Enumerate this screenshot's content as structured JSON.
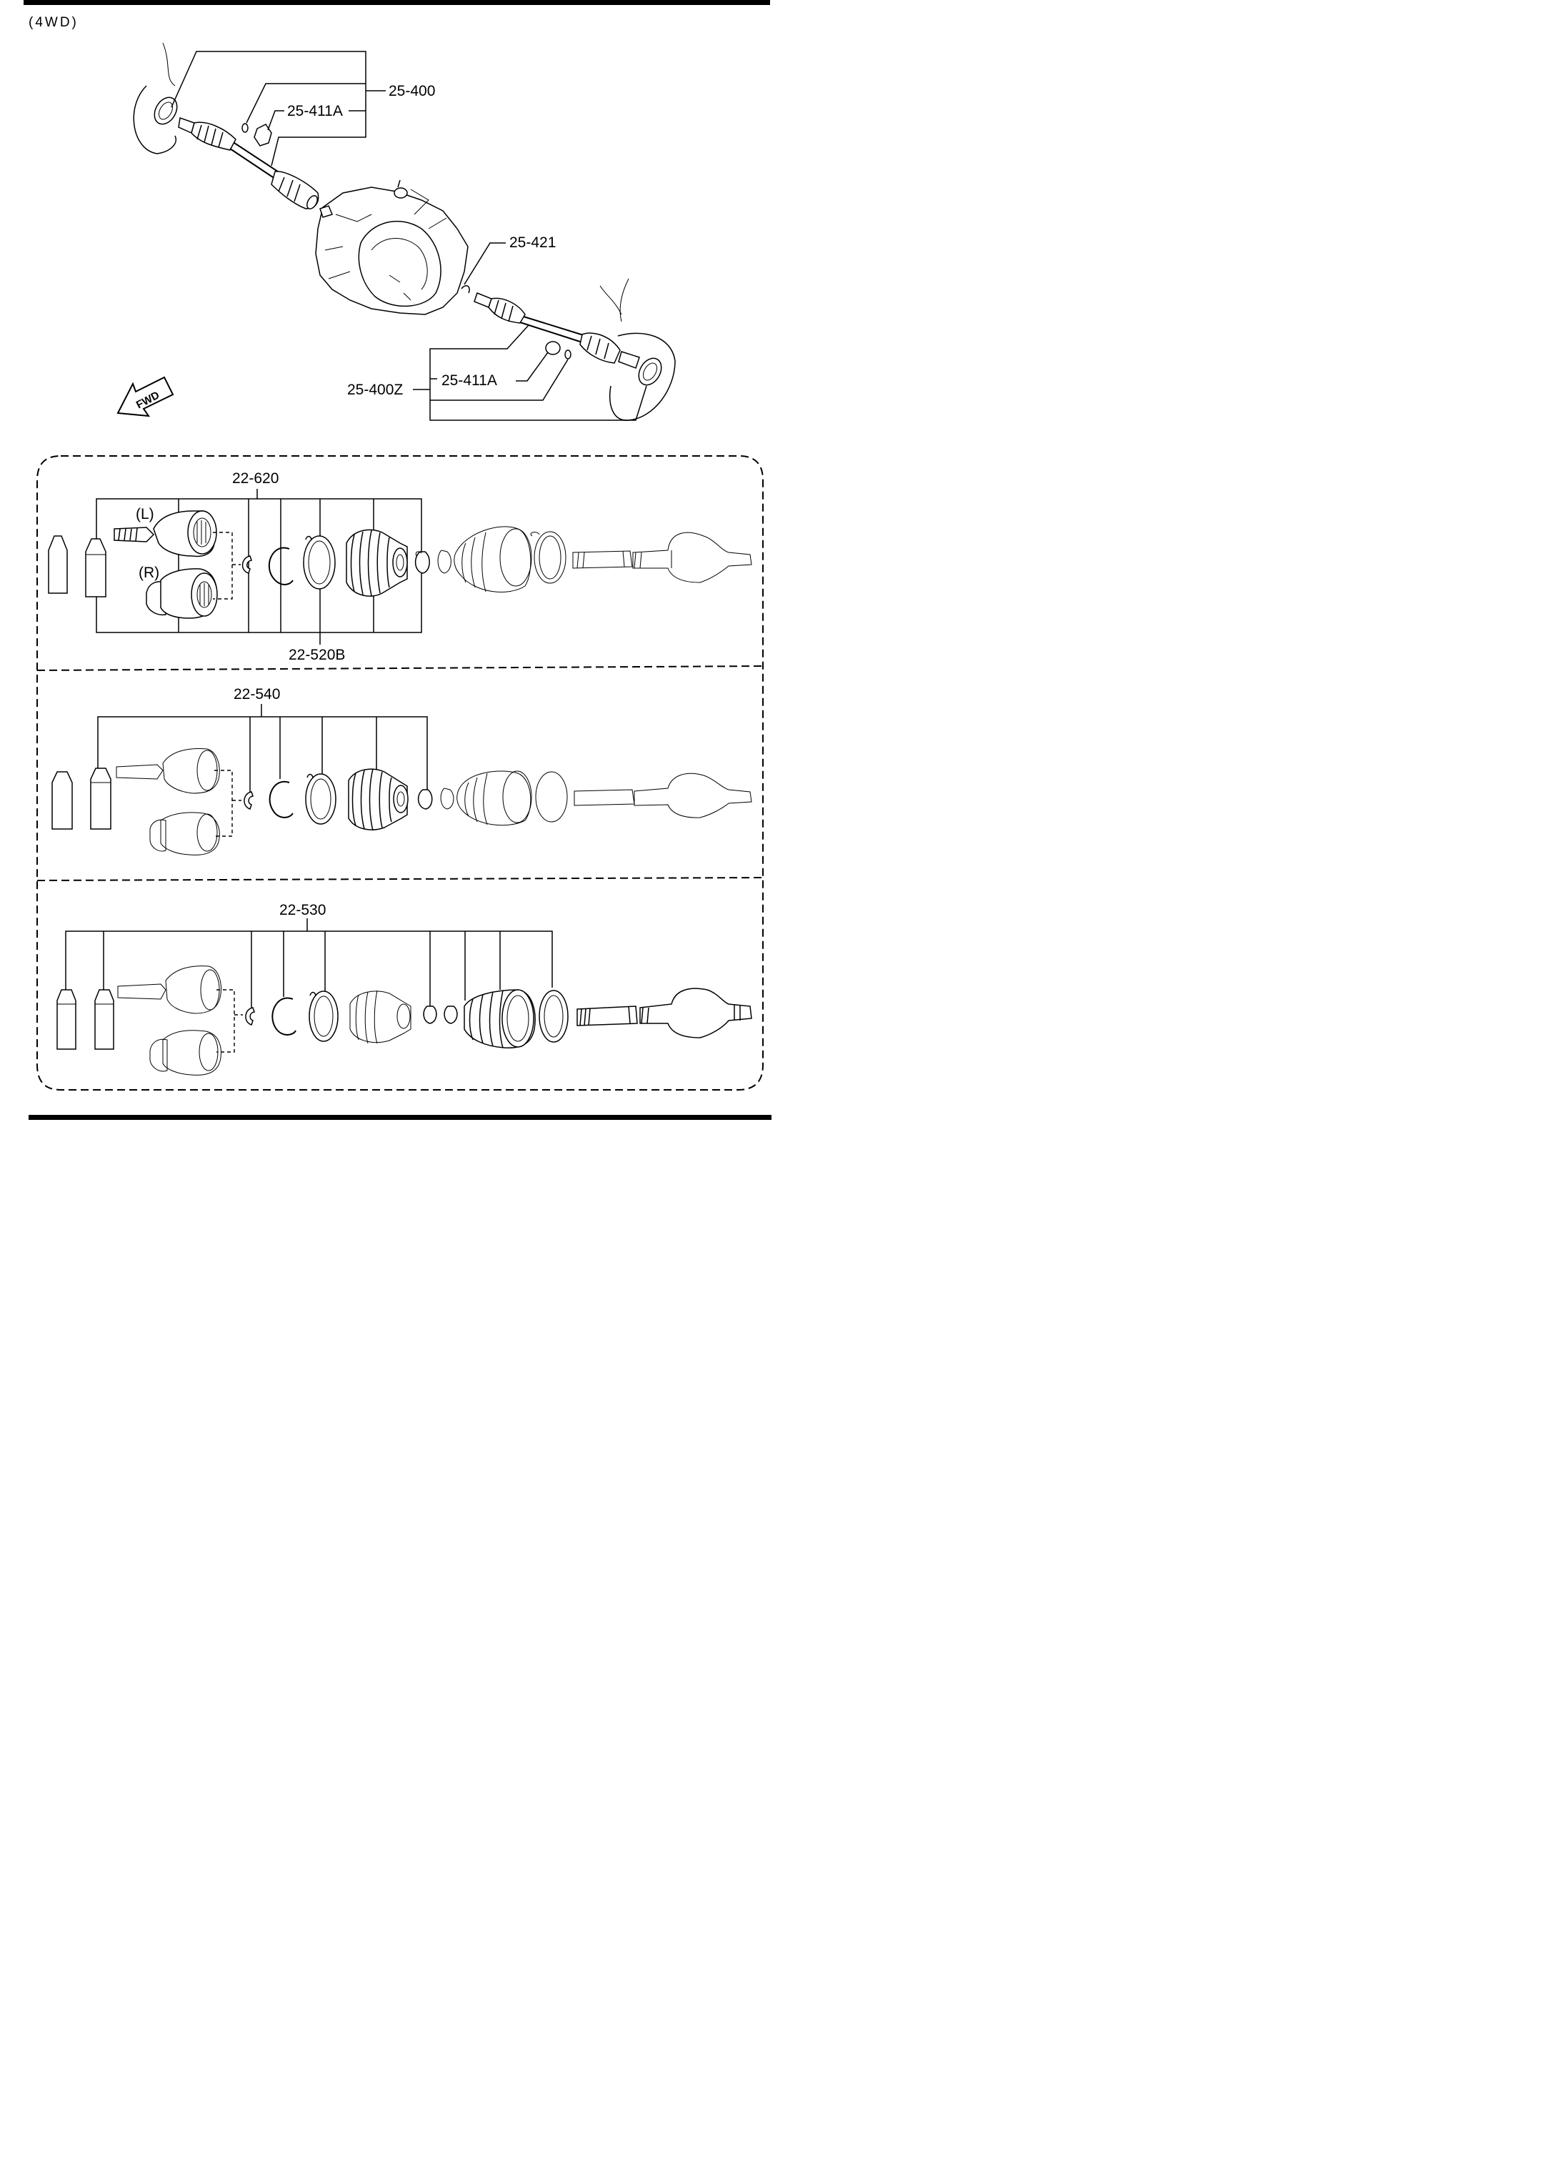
{
  "header": {
    "title": "(4WD)"
  },
  "upper_assembly": {
    "callouts": {
      "front_left_shaft": "25-400",
      "front_left_insert": "25-411A",
      "clip": "25-421",
      "front_right_shaft": "25-400Z",
      "front_right_insert": "25-411A"
    },
    "direction_arrow": "FWD"
  },
  "kits": {
    "top": {
      "kit_number": "22-620",
      "sub_kit_number": "22-520B",
      "side_left": "(L)",
      "side_right": "(R)"
    },
    "middle": {
      "kit_number": "22-540"
    },
    "bottom": {
      "kit_number": "22-530"
    }
  }
}
